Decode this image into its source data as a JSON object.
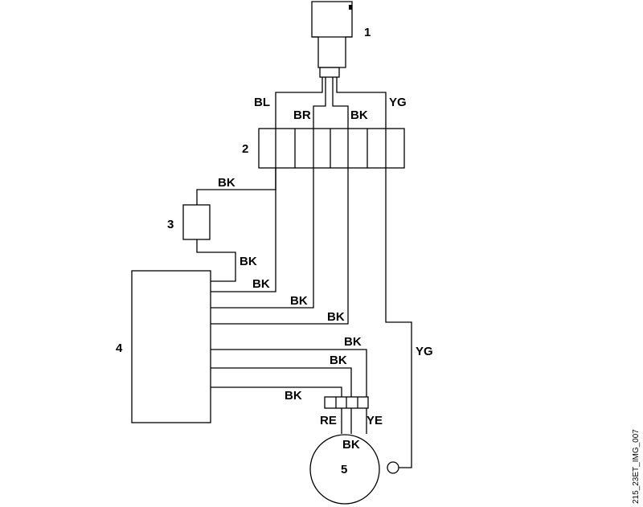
{
  "components": {
    "c1": "1",
    "c2": "2",
    "c3": "3",
    "c4": "4",
    "c5": "5"
  },
  "wires": {
    "bl": "BL",
    "br": "BR",
    "bk_top": "BK",
    "yg_top": "YG",
    "bk_res_top": "BK",
    "bk_res_bottom": "BK",
    "bk_to_box_1": "BK",
    "bk_to_box_2": "BK",
    "bk_to_box_3": "BK",
    "bk_motor_1": "BK",
    "bk_motor_2": "BK",
    "bk_motor_3": "BK",
    "yg_right": "YG",
    "re": "RE",
    "ye": "YE",
    "bk_motor_top": "BK"
  },
  "reference": "215_23ET_IMG_007"
}
